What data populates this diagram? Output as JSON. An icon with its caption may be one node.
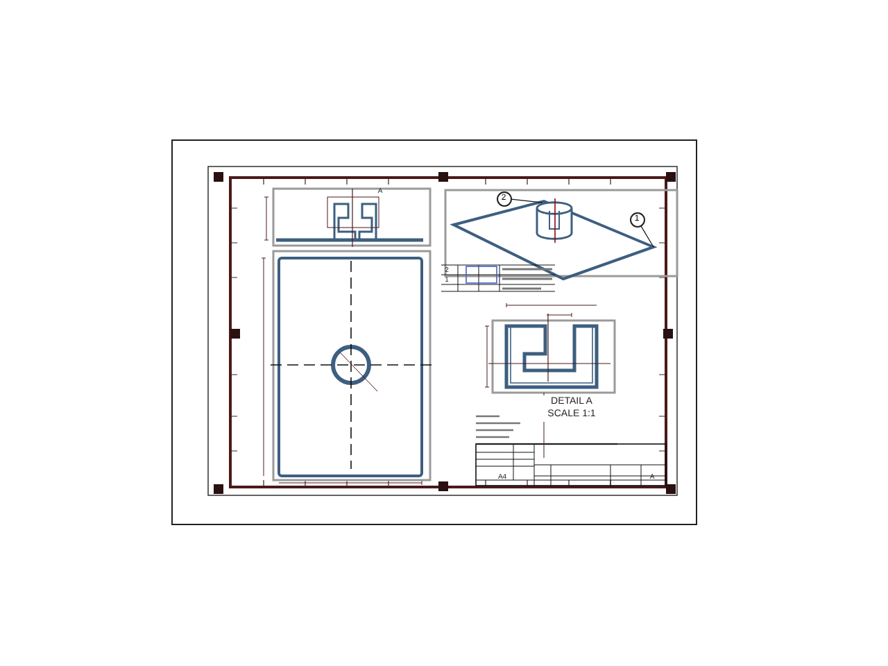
{
  "diagram": {
    "nodes": [
      {
        "text": [
          "2"
        ]
      },
      {
        "text": [
          "1"
        ]
      },
      {
        "text": [],
        "shape": "cylinder",
        "in": 3
      },
      {
        "text": [],
        "shape": "box"
      }
    ],
    "edges": [
      {
        "from": 0,
        "to": 2,
        "arrow": "none"
      },
      {
        "from": 1,
        "to": 3,
        "arrow": "none"
      }
    ],
    "labels": [
      "A",
      "2",
      "1",
      "DETAIL A",
      "SCALE 1:1",
      "A4",
      "A"
    ]
  }
}
